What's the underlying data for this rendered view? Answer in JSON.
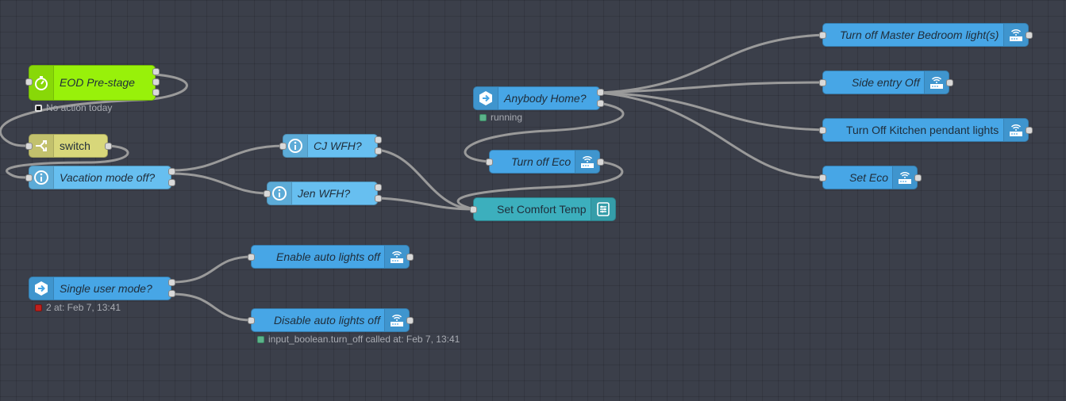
{
  "nodes": {
    "eod_prestage": {
      "label": "EOD Pre-stage",
      "icon": "timer-icon",
      "status": "No action today"
    },
    "switch": {
      "label": "switch",
      "icon": "switch-icon"
    },
    "vacation": {
      "label": "Vacation mode off?",
      "icon": "info-icon"
    },
    "cj_wfh": {
      "label": "CJ WFH?",
      "icon": "info-icon"
    },
    "jen_wfh": {
      "label": "Jen WFH?",
      "icon": "info-icon"
    },
    "anybody_home": {
      "label": "Anybody Home?",
      "icon": "arrow-hex-icon",
      "status": "running"
    },
    "turn_off_eco": {
      "label": "Turn off Eco",
      "icon": "router-icon"
    },
    "set_comfort": {
      "label": "Set Comfort Temp",
      "icon": "thermostat-icon"
    },
    "turn_off_master": {
      "label": "Turn off Master Bedroom light(s)",
      "icon": "router-icon"
    },
    "side_entry": {
      "label": "Side entry Off",
      "icon": "router-icon"
    },
    "kitchen": {
      "label": "Turn Off Kitchen pendant lights",
      "icon": "router-icon"
    },
    "set_eco": {
      "label": "Set Eco",
      "icon": "router-icon"
    },
    "single_user": {
      "label": "Single user mode?",
      "icon": "arrow-hex-icon",
      "status": "2 at: Feb 7, 13:41"
    },
    "enable_auto": {
      "label": "Enable auto lights off",
      "icon": "router-icon"
    },
    "disable_auto": {
      "label": "Disable auto lights off",
      "icon": "router-icon",
      "status": "input_boolean.turn_off called at: Feb 7, 13:41"
    }
  },
  "colors": {
    "canvas": "#3b3f4a",
    "service_node": "#47a6e6",
    "info_node": "#67bff0",
    "timer_node": "#98f10a",
    "switch_node": "#d8d77a",
    "thermostat_node": "#3cafbd",
    "wire": "#9a9a9a",
    "status_ok": "#5bb38a",
    "status_error": "#c0201c"
  }
}
